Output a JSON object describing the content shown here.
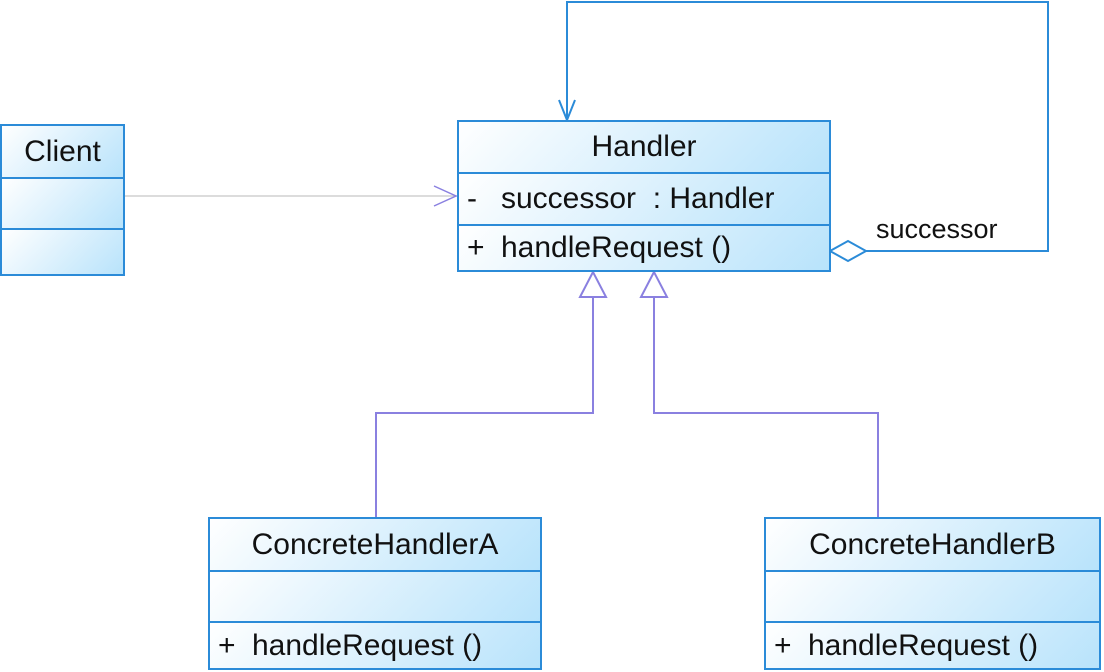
{
  "classes": {
    "client": {
      "name": "Client",
      "attributes": [],
      "operations": []
    },
    "handler": {
      "name": "Handler",
      "attributes": [
        {
          "visibility": "-",
          "text": "successor  : Handler"
        }
      ],
      "operations": [
        {
          "visibility": "+",
          "text": "handleRequest ()"
        }
      ]
    },
    "concrete_handler_a": {
      "name": "ConcreteHandlerA",
      "attributes": [],
      "operations": [
        {
          "visibility": "+",
          "text": "handleRequest ()"
        }
      ]
    },
    "concrete_handler_b": {
      "name": "ConcreteHandlerB",
      "attributes": [],
      "operations": [
        {
          "visibility": "+",
          "text": "handleRequest ()"
        }
      ]
    }
  },
  "relationships": [
    {
      "kind": "dependency",
      "from": "client",
      "to": "handler"
    },
    {
      "kind": "aggregation",
      "from": "handler",
      "to": "handler",
      "role": "successor"
    },
    {
      "kind": "generalization",
      "from": "concrete_handler_a",
      "to": "handler"
    },
    {
      "kind": "generalization",
      "from": "concrete_handler_b",
      "to": "handler"
    }
  ],
  "colors": {
    "class_border": "#2b8bd8",
    "compartment_gradient_light": "#ffffff",
    "compartment_gradient_dark": "#b8e3fb",
    "dependency_line": "#d0d0d0",
    "dependency_arrow": "#8a80e0",
    "generalization_line": "#8a80e0",
    "aggregation_line": "#2b8bd8",
    "text": "#111111"
  }
}
